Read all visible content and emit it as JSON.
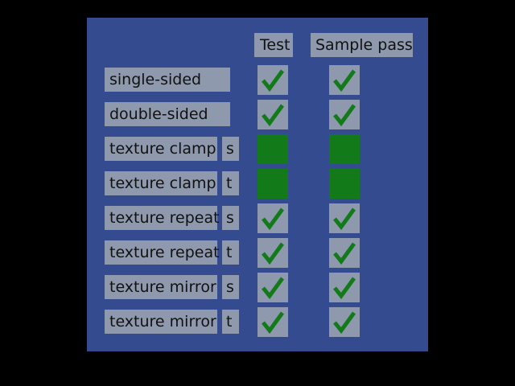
{
  "headers": {
    "test": "Test",
    "sample": "Sample pass"
  },
  "colors": {
    "background": "#344b90",
    "box": "#8e99ae",
    "green": "#137a1a"
  },
  "rows": [
    {
      "label": "single-sided",
      "sub": null,
      "test": "check",
      "sample": "check"
    },
    {
      "label": "double-sided",
      "sub": null,
      "test": "check",
      "sample": "check"
    },
    {
      "label": "texture clamp",
      "sub": "s",
      "test": "solid",
      "sample": "solid"
    },
    {
      "label": "texture clamp",
      "sub": "t",
      "test": "solid",
      "sample": "solid"
    },
    {
      "label": "texture repeat",
      "sub": "s",
      "test": "check",
      "sample": "check"
    },
    {
      "label": "texture repeat",
      "sub": "t",
      "test": "check",
      "sample": "check"
    },
    {
      "label": "texture mirror",
      "sub": "s",
      "test": "check",
      "sample": "check"
    },
    {
      "label": "texture mirror",
      "sub": "t",
      "test": "check",
      "sample": "check"
    }
  ]
}
